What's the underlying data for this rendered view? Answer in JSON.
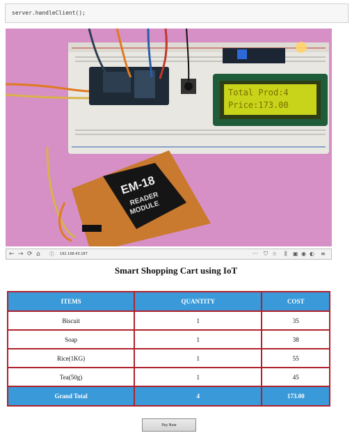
{
  "code": {
    "snippet": "server.handleClient();"
  },
  "photo": {
    "module_line1": "EM-18",
    "module_line2": "READER",
    "module_line3": "MODULE",
    "lcd_line1": "Total Prod:4",
    "lcd_line2": "Price:173.00"
  },
  "browser": {
    "url": "192.168.43.187"
  },
  "page": {
    "title": "Smart Shopping Cart using IoT"
  },
  "table": {
    "headers": [
      "ITEMS",
      "QUANTITY",
      "COST"
    ],
    "rows": [
      {
        "item": "Biscuit",
        "qty": "1",
        "cost": "35"
      },
      {
        "item": "Soap",
        "qty": "1",
        "cost": "38"
      },
      {
        "item": "Rice(1KG)",
        "qty": "1",
        "cost": "55"
      },
      {
        "item": "Tea(50g)",
        "qty": "1",
        "cost": "45"
      }
    ],
    "footer": {
      "label": "Grand Total",
      "qty": "4",
      "cost": "173.00"
    }
  },
  "pay_button": {
    "label": "Pay Now"
  },
  "colors": {
    "header_blue": "#3a9ad9",
    "border_red": "#b0202a"
  }
}
